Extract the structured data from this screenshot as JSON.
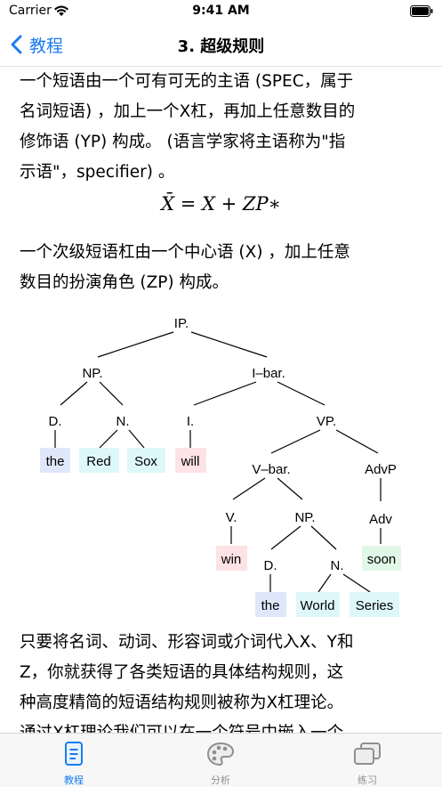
{
  "status": {
    "carrier": "Carrier",
    "time": "9:41 AM"
  },
  "nav": {
    "back_label": "教程",
    "title": "3. 超级规则"
  },
  "content": {
    "para1": [
      "一个短语由一个可有可无的主语 (SPEC，属于",
      "名词短语) ，加上一个X杠，再加上任意数目的",
      "修饰语 (YP) 构成。 (语言学家将主语称为\"指",
      "示语\"，specifier) 。"
    ],
    "formula": "X̄ = X + ZP∗",
    "para2": [
      "一个次级短语杠由一个中心语 (X) ，加上任意",
      "数目的扮演角色 (ZP) 构成。"
    ],
    "para3": [
      "只要将名词、动词、形容词或介词代入X、Y和",
      "Z，你就获得了各类短语的具体结构规则，这",
      "种高度精简的短语结构规则被称为X杠理论。",
      "通过X杠理论我们可以在一个符号中嵌入一个"
    ]
  },
  "tree": {
    "nodes": {
      "ip": "IP.",
      "np": "NP.",
      "ibar": "I–bar.",
      "d1": "D.",
      "n1": "N.",
      "i": "I.",
      "vp": "VP.",
      "vbar": "V–bar.",
      "advp": "AdvP",
      "v": "V.",
      "np2": "NP.",
      "adv": "Adv",
      "d2": "D.",
      "n2": "N."
    },
    "words": {
      "the1": "the",
      "red": "Red",
      "sox": "Sox",
      "will": "will",
      "win": "win",
      "soon": "soon",
      "the2": "the",
      "world": "World",
      "series": "Series"
    },
    "colors": {
      "blue": "#dfe7fb",
      "cyan": "#def7fb",
      "pink": "#fde3e6",
      "green": "#e2f8e6"
    }
  },
  "tabs": [
    {
      "label": "教程",
      "icon": "document-icon"
    },
    {
      "label": "分析",
      "icon": "palette-icon"
    },
    {
      "label": "练习",
      "icon": "cards-icon"
    }
  ],
  "accent": "#1a7cf0"
}
